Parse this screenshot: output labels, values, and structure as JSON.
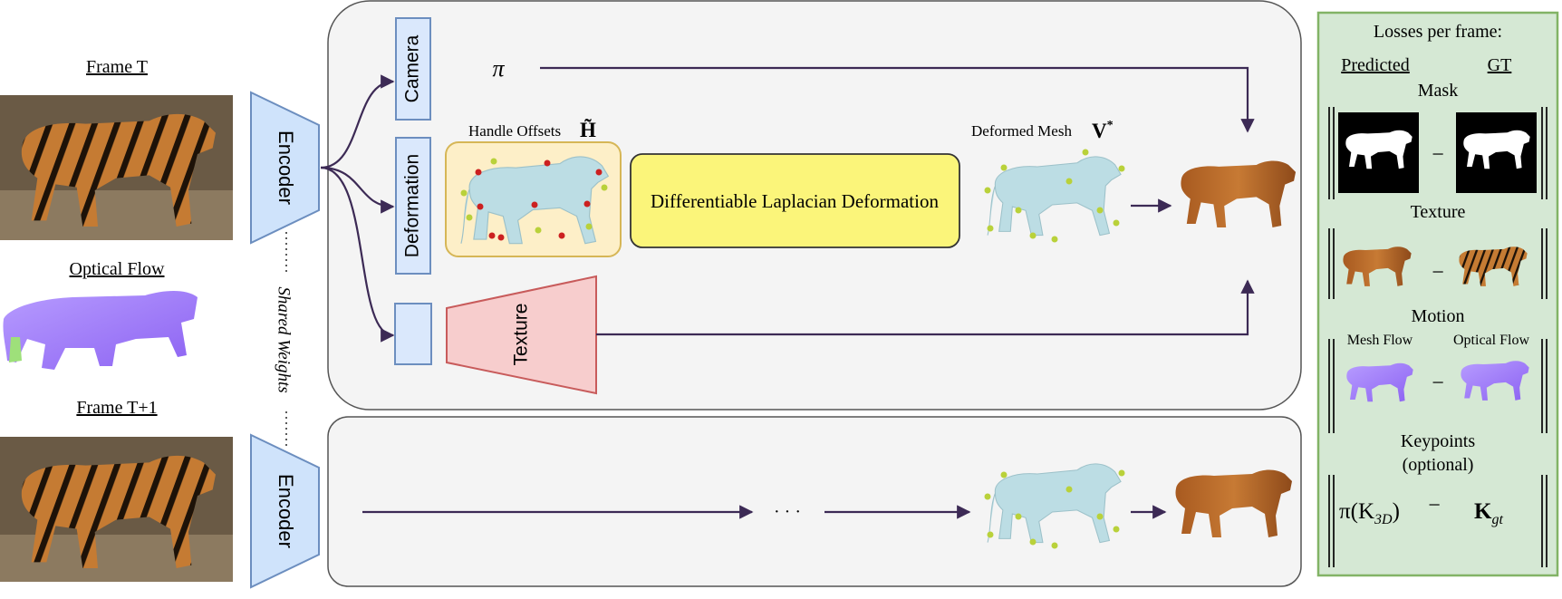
{
  "left_panel": {
    "frame_t_label": "Frame T",
    "optical_flow_label": "Optical Flow",
    "frame_t1_label": "Frame T+1"
  },
  "encoders": {
    "top_label": "Encoder",
    "bottom_label": "Encoder",
    "shared_weights_label": "Shared Weights"
  },
  "main_pipeline": {
    "camera_label": "Camera",
    "deformation_label": "Deformation",
    "texture_label": "Texture",
    "pi_symbol": "π",
    "handle_offsets_label": "Handle Offsets",
    "handle_offsets_symbol": "H̃",
    "deformed_mesh_label": "Deformed Mesh",
    "deformed_mesh_symbol": "V",
    "deformed_mesh_superscript": "*",
    "laplacian_label": "Differentiable Laplacian Deformation"
  },
  "bottom_pipeline": {
    "ellipsis": "· · ·"
  },
  "losses_panel": {
    "title": "Losses per frame:",
    "predicted_label": "Predicted",
    "gt_label": "GT",
    "mask_label": "Mask",
    "texture_label": "Texture",
    "motion_label": "Motion",
    "mesh_flow_label": "Mesh Flow",
    "optical_flow_label": "Optical Flow",
    "keypoints_label": "Keypoints",
    "optional_label": "(optional)",
    "minus_sign": "−",
    "keypoint_pred_expr": "π(K",
    "keypoint_pred_sub": "3D",
    "keypoint_pred_close": ")",
    "keypoint_gt_expr": "K",
    "keypoint_gt_sub": "gt"
  },
  "colors": {
    "arrow": "#3c2a55",
    "encoder_fill": "#cfe3fb",
    "encoder_stroke": "#6c8ebf",
    "texture_fill": "#f7cdcd",
    "texture_stroke": "#c85b5b",
    "laplacian_fill": "#fbf57a",
    "handle_fill": "#fdefc8",
    "handle_stroke": "#d6b656",
    "panel_fill": "#f4f4f4",
    "losses_fill": "#d5e8d4",
    "losses_stroke": "#82b366",
    "mesh_fill": "#bcdde4",
    "flow_fill": "#a98af8",
    "tiger_fill": "#b56a2a"
  }
}
